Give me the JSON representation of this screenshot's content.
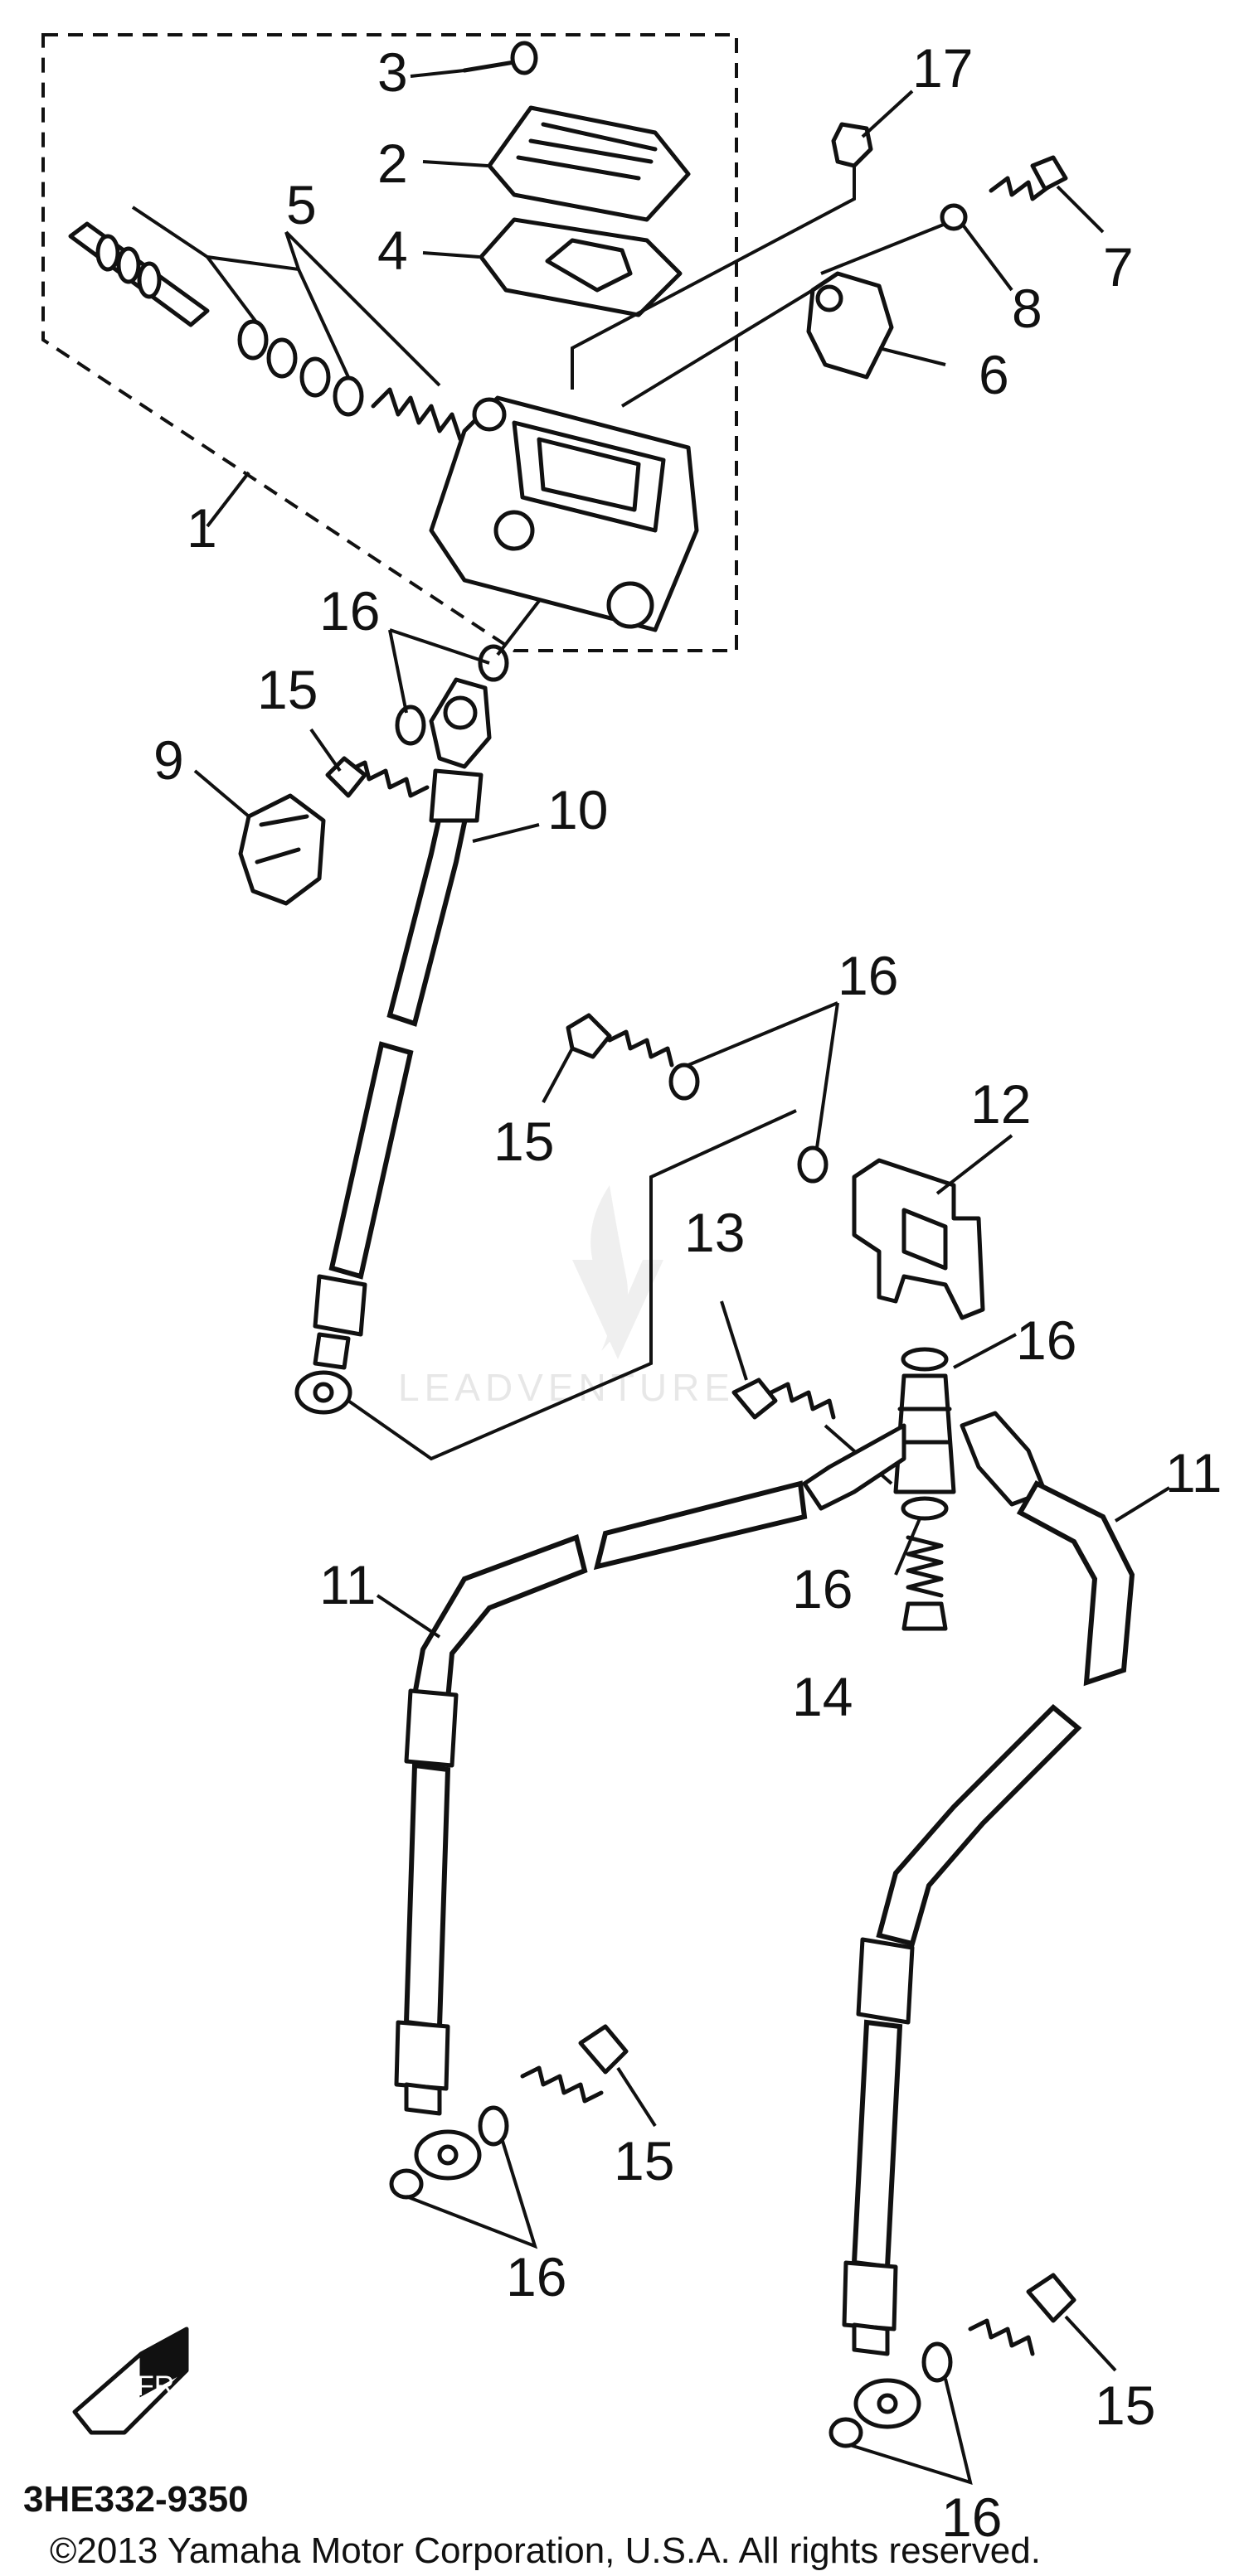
{
  "diagram": {
    "callouts": [
      "1",
      "2",
      "3",
      "4",
      "5",
      "6",
      "7",
      "8",
      "9",
      "10",
      "11",
      "12",
      "13",
      "14",
      "15",
      "16",
      "17"
    ],
    "callout_labels": {
      "c1": "1",
      "c2": "2",
      "c3": "3",
      "c4": "4",
      "c5": "5",
      "c6": "6",
      "c7": "7",
      "c8": "8",
      "c9": "9",
      "c10": "10",
      "c11a": "11",
      "c11b": "11",
      "c12": "12",
      "c13": "13",
      "c14": "14",
      "c15a": "15",
      "c15b": "15",
      "c15c": "15",
      "c15d": "15",
      "c16a": "16",
      "c16b": "16",
      "c16c": "16",
      "c16d": "16",
      "c16e": "16",
      "c16f": "16",
      "c17": "17"
    },
    "fr_badge": "FR",
    "diagram_code": "3HE332-9350",
    "watermark": "LEADVENTURE",
    "copyright": "©2013 Yamaha Motor Corporation, U.S.A. All rights reserved."
  },
  "colors": {
    "ink": "#111111",
    "background": "#ffffff",
    "watermark": "#e5e5e5"
  }
}
